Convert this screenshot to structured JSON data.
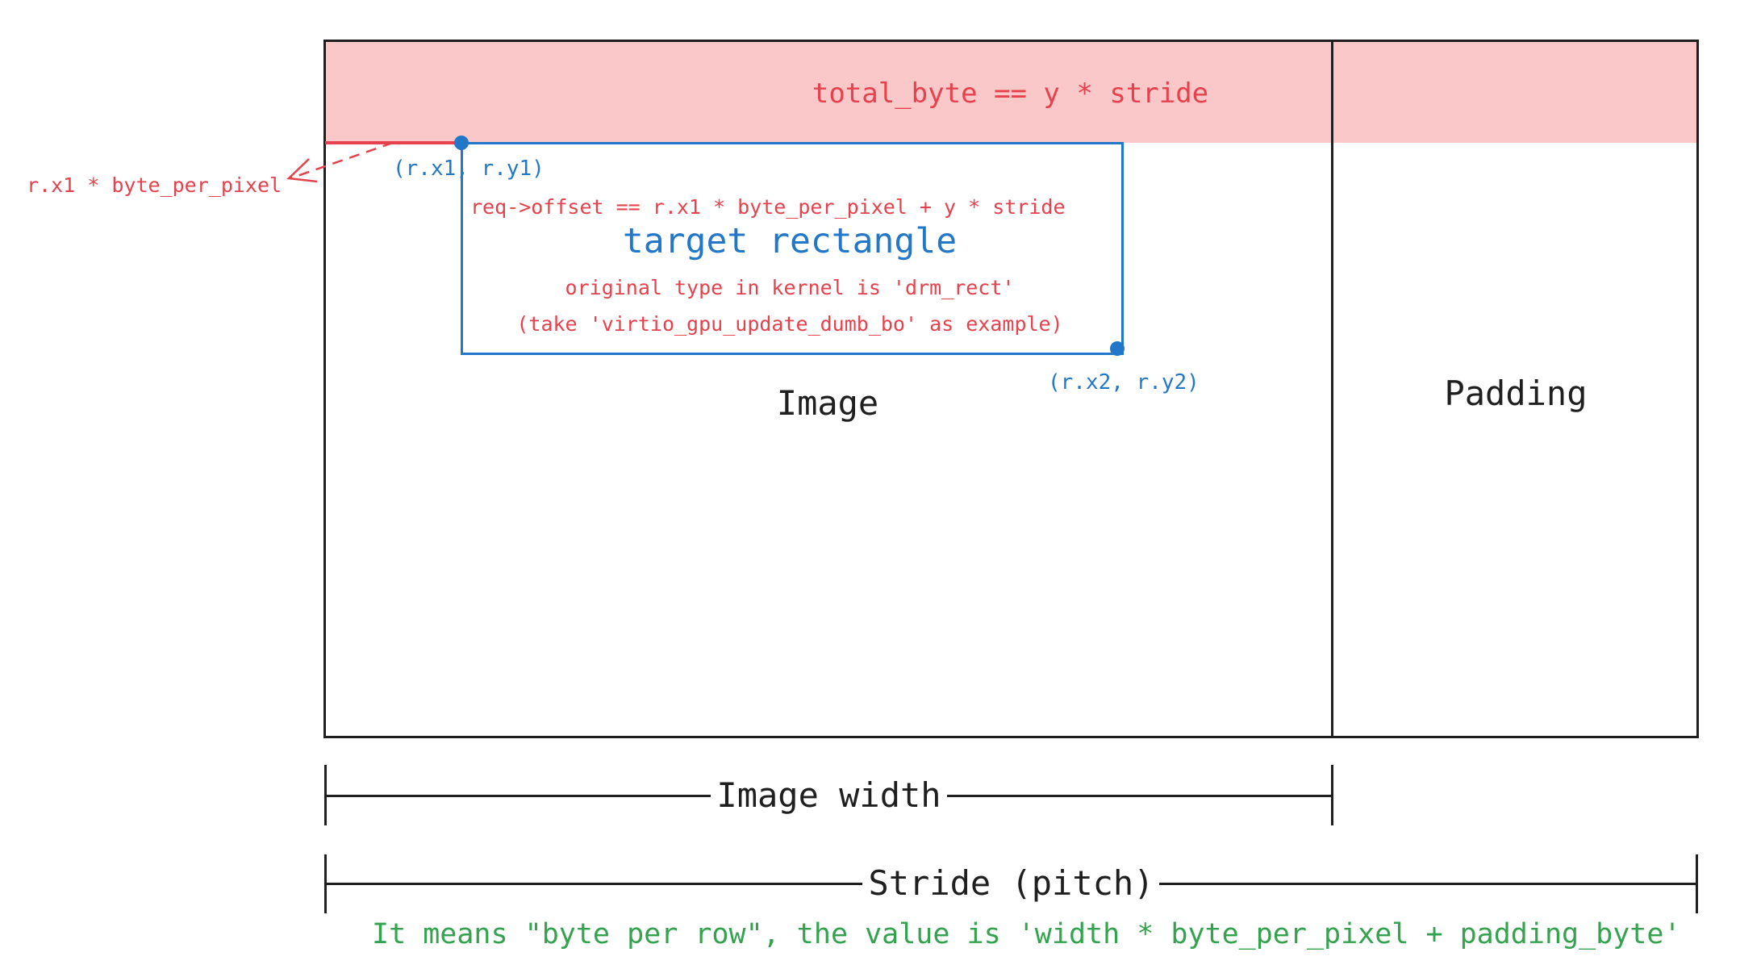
{
  "colors": {
    "red": "#e5424d",
    "pink": "#fbc8ca",
    "blue": "#2277c8",
    "green": "#35a24f",
    "ink": "#1f1f1f"
  },
  "diagram": {
    "band_label": "total_byte == y * stride",
    "offset_annotation": "r.x1 * byte_per_pixel",
    "corner_top_left": "(r.x1, r.y1)",
    "corner_bottom_right": "(r.x2, r.y2)",
    "req_offset_formula": "req->offset == r.x1 * byte_per_pixel + y * stride",
    "target_rect_title": "target rectangle",
    "target_rect_note1": "original type in kernel is 'drm_rect'",
    "target_rect_note2": "(take 'virtio_gpu_update_dumb_bo' as example)",
    "image_label": "Image",
    "padding_label": "Padding",
    "image_width_label": "Image width",
    "stride_label": "Stride (pitch)",
    "stride_caption": "It means \"byte per row\", the value is 'width * byte_per_pixel + padding_byte'"
  }
}
